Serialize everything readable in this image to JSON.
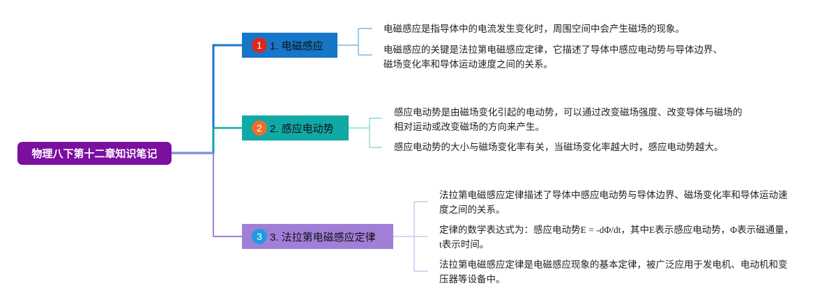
{
  "root": {
    "label": "物理八下第十二章知识笔记",
    "color": "#7B0FA0"
  },
  "branches": [
    {
      "badge": "1",
      "label": "1. 电磁感应",
      "box_color": "#1677C8",
      "badge_color": "#D9281E",
      "line_color": "#1677C8",
      "leaf_line_color": "#5BA9E0",
      "leaves": [
        "电磁感应是指导体中的电流发生变化时，周围空间中会产生磁场的现象。",
        "电磁感应的关键是法拉第电磁感应定律，它描述了导体中感应电动势与导体边界、磁场变化率和导体运动速度之间的关系。"
      ]
    },
    {
      "badge": "2",
      "label": "2. 感应电动势",
      "box_color": "#11A8A8",
      "badge_color": "#E8702A",
      "line_color": "#11A8A8",
      "leaf_line_color": "#7BCFCF",
      "leaves": [
        "感应电动势是由磁场变化引起的电动势，可以通过改变磁场强度、改变导体与磁场的相对运动或改变磁场的方向来产生。",
        "感应电动势的大小与磁场变化率有关，当磁场变化率越大时，感应电动势越大。"
      ]
    },
    {
      "badge": "3",
      "label": "3. 法拉第电磁感应定律",
      "box_color": "#A07FD8",
      "badge_color": "#1C9BE0",
      "line_color": "#A07FD8",
      "leaf_line_color": "#C9B6EC",
      "leaves": [
        "法拉第电磁感应定律描述了导体中感应电动势与导体边界、磁场变化率和导体运动速度之间的关系。",
        "定律的数学表达式为：感应电动势E = -dΦ/dt，其中E表示感应电动势，Φ表示磁通量，t表示时间。",
        "法拉第电磁感应定律是电磁感应现象的基本定律，被广泛应用于发电机、电动机和变压器等设备中。"
      ]
    }
  ]
}
